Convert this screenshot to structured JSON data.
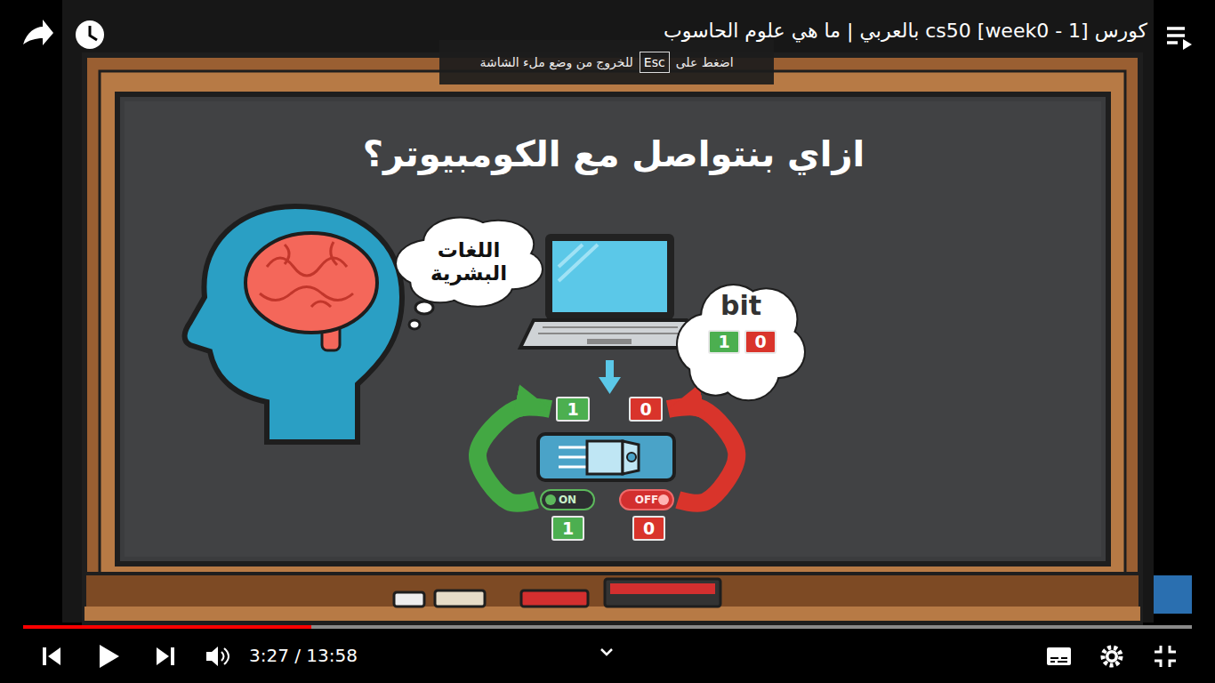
{
  "diagram": {
    "title": "ازاي بنتواصل مع الكومبيوتر؟",
    "nodes": [
      {
        "text": [
          "اللغات البشرية"
        ]
      },
      {
        "text": [
          "bit"
        ]
      },
      {
        "text": [
          "1"
        ],
        "in": 1
      },
      {
        "text": [
          "0"
        ],
        "in": 1
      },
      {
        "text": [
          "1"
        ]
      },
      {
        "text": [
          "0"
        ]
      },
      {
        "text": [
          "ON"
        ]
      },
      {
        "text": [
          "OFF"
        ]
      },
      {
        "text": [
          "1"
        ]
      },
      {
        "text": [
          "0"
        ]
      }
    ],
    "edges": [
      {
        "from": 6,
        "to": 4,
        "arrow": "to"
      },
      {
        "from": 7,
        "to": 5,
        "arrow": "to"
      }
    ],
    "labels": [
      "كورس cs50 [week0 - 1] بالعربي | ما هي علوم الحاسوب",
      "اضغط على",
      "Esc",
      "للخروج من وضع ملء الشاشة",
      "3:27 / 13:58"
    ]
  }
}
